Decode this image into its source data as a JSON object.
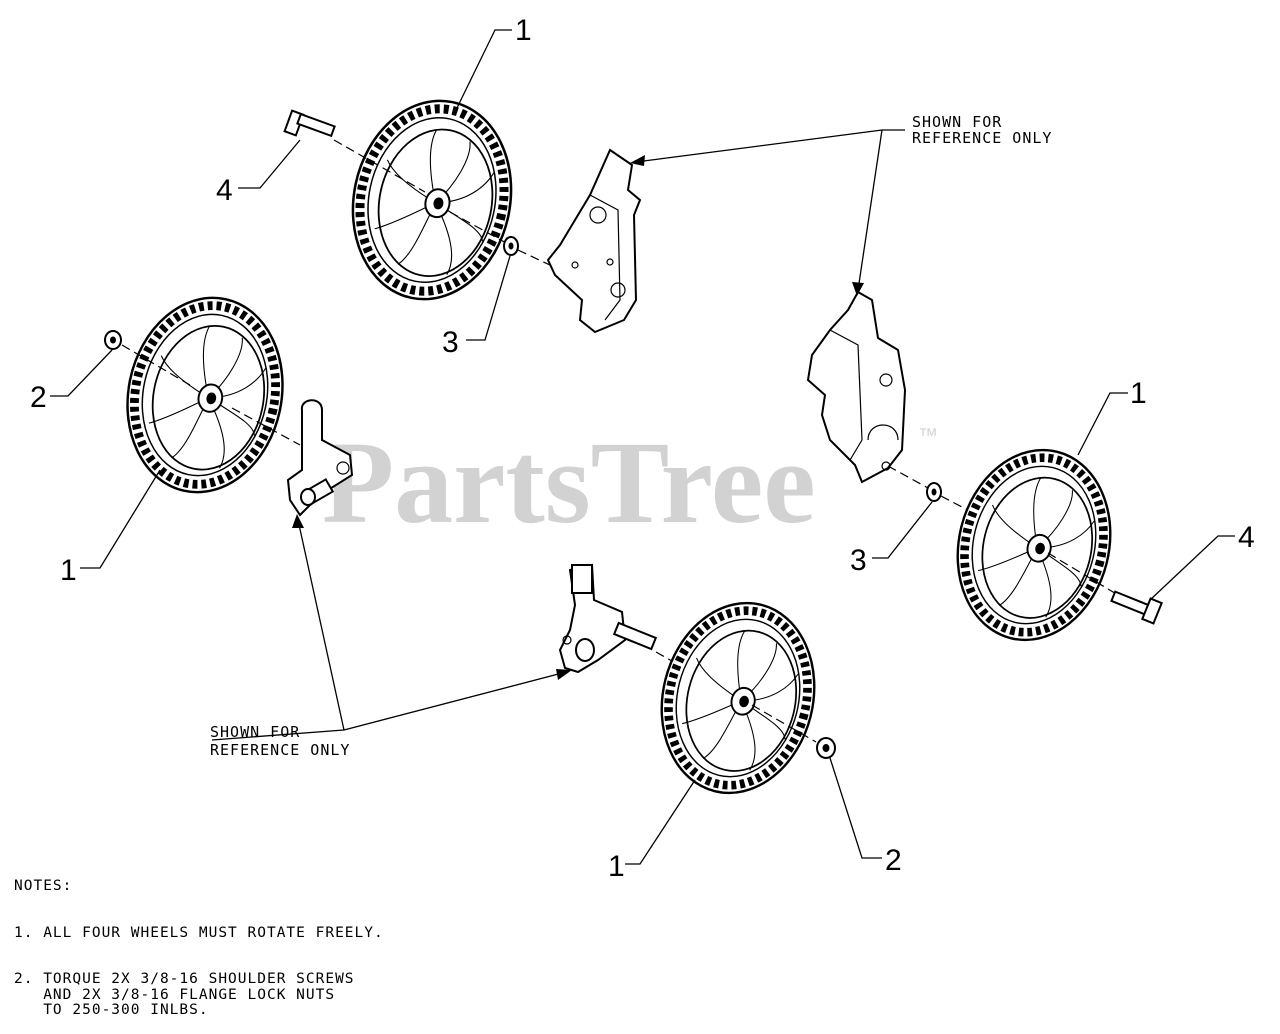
{
  "watermark": {
    "text": "PartsTree",
    "tm": "™"
  },
  "callouts": {
    "wheel_top": "1",
    "wheel_left": "1",
    "wheel_right": "1",
    "wheel_bottom": "1",
    "nut_left": "2",
    "nut_bottom": "2",
    "washer_top": "3",
    "washer_right": "3",
    "screw_top": "4",
    "screw_right": "4"
  },
  "reference_labels": {
    "top_right": {
      "line1": "SHOWN FOR",
      "line2": "REFERENCE ONLY"
    },
    "bottom_left": {
      "line1": "SHOWN FOR",
      "line2": "REFERENCE ONLY"
    }
  },
  "notes": {
    "heading": "NOTES:",
    "items": [
      "1. ALL FOUR WHEELS MUST ROTATE FREELY.",
      "2. TORQUE 2X 3/8-16 SHOULDER SCREWS\n   AND 2X 3/8-16 FLANGE LOCK NUTS\n   TO 250-300 INLBS."
    ]
  }
}
